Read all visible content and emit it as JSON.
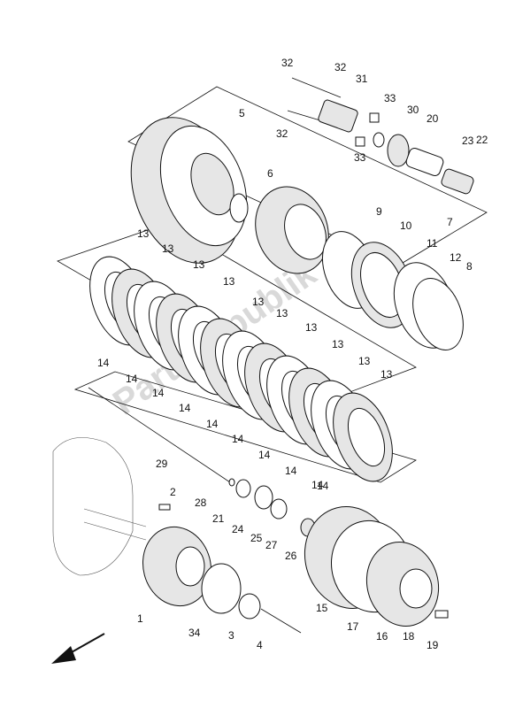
{
  "watermark": "PartsRepublik",
  "callouts": [
    "32",
    "32",
    "31",
    "33",
    "30",
    "20",
    "23",
    "22",
    "32",
    "33",
    "5",
    "6",
    "7",
    "9",
    "10",
    "11",
    "12",
    "8",
    "13",
    "13",
    "13",
    "13",
    "13",
    "13",
    "13",
    "13",
    "13",
    "13",
    "14",
    "14",
    "14",
    "14",
    "14",
    "14",
    "14",
    "14",
    "14",
    "14",
    "29",
    "2",
    "28",
    "21",
    "24",
    "25",
    "27",
    "26",
    "1",
    "34",
    "3",
    "4",
    "15",
    "17",
    "16",
    "18",
    "19"
  ],
  "icons": {
    "direction": "arrow-down-left-icon"
  }
}
